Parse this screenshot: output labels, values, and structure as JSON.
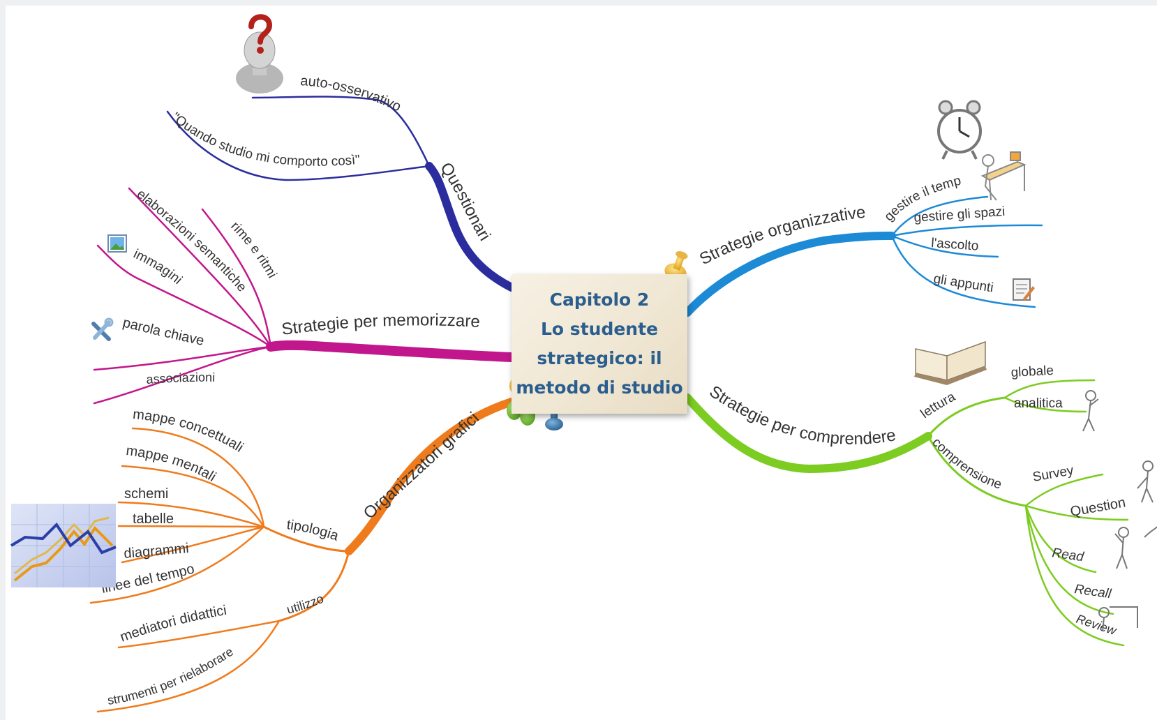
{
  "central": {
    "line1": "Capitolo 2",
    "line2": "Lo studente",
    "line3": "strategico: il",
    "line4": "metodo di studio"
  },
  "colors": {
    "questionari": "#2b2d9e",
    "memorizzare": "#c2168c",
    "organizzatori": "#ef7b1c",
    "organizzative": "#1d8ad6",
    "comprendere": "#7ccc21"
  },
  "branches": {
    "questionari": {
      "label": "Questionari",
      "icon": "question-head-icon",
      "children": [
        "auto-osservativo",
        "\"Quando studio mi comporto così\""
      ]
    },
    "memorizzare": {
      "label": "Strategie per memorizzare",
      "children": [
        "rime e ritmi",
        "elaborazioni semantiche",
        "immagini",
        "parola chiave",
        "associazioni"
      ]
    },
    "organizzatori": {
      "label": "Organizzatori grafici",
      "tipologia": {
        "label": "tipologia",
        "children": [
          "mappe concettuali",
          "mappe mentali",
          "schemi",
          "tabelle",
          "diagrammi",
          "linee del tempo"
        ]
      },
      "utilizzo": {
        "label": "utilizzo",
        "children": [
          "mediatori didattici",
          "strumenti per rielaborare"
        ]
      }
    },
    "organizzative": {
      "label": "Strategie organizzative",
      "children": [
        "gestire il temp",
        "gestire gli spazi",
        "l'ascolto",
        "gli appunti"
      ]
    },
    "comprendere": {
      "label": "Strategie per comprendere",
      "lettura": {
        "label": "lettura",
        "children": [
          "globale",
          "analitica"
        ]
      },
      "comprensione": {
        "label": "comprensione",
        "children": [
          "Survey",
          "Question",
          "Read",
          "Recall",
          "Review"
        ]
      }
    }
  },
  "icons": [
    "question-head-icon",
    "alarm-clock-icon",
    "desk-icon",
    "notepad-icon",
    "open-book-icon",
    "picture-icon",
    "tools-icon",
    "chart-icon",
    "pushpin-icon",
    "stick-figure-icon"
  ]
}
